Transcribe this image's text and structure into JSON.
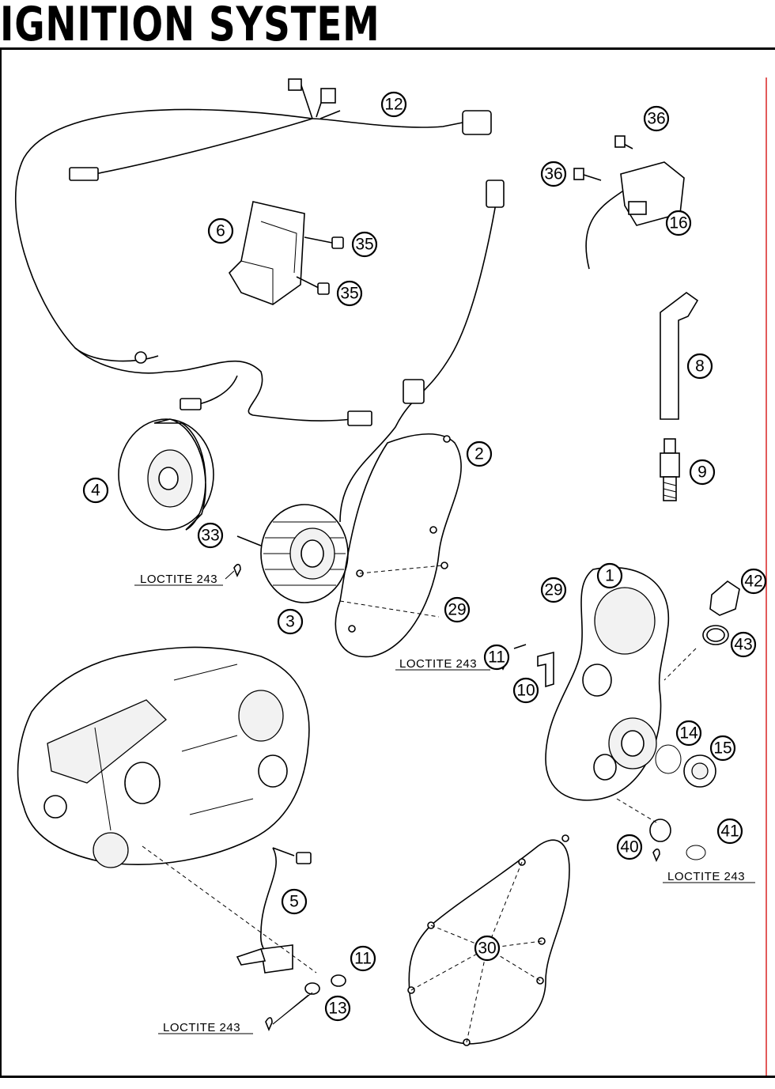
{
  "title": "IGNITION SYSTEM",
  "callouts": [
    {
      "id": "c12",
      "label": "12"
    },
    {
      "id": "c36a",
      "label": "36"
    },
    {
      "id": "c36b",
      "label": "36"
    },
    {
      "id": "c16",
      "label": "16"
    },
    {
      "id": "c6",
      "label": "6"
    },
    {
      "id": "c35a",
      "label": "35"
    },
    {
      "id": "c35b",
      "label": "35"
    },
    {
      "id": "c8",
      "label": "8"
    },
    {
      "id": "c9",
      "label": "9"
    },
    {
      "id": "c2",
      "label": "2"
    },
    {
      "id": "c4",
      "label": "4"
    },
    {
      "id": "c33",
      "label": "33"
    },
    {
      "id": "c3",
      "label": "3"
    },
    {
      "id": "c29a",
      "label": "29"
    },
    {
      "id": "c29b",
      "label": "29"
    },
    {
      "id": "c1",
      "label": "1"
    },
    {
      "id": "c42",
      "label": "42"
    },
    {
      "id": "c43",
      "label": "43"
    },
    {
      "id": "c11a",
      "label": "11"
    },
    {
      "id": "c10",
      "label": "10"
    },
    {
      "id": "c14",
      "label": "14"
    },
    {
      "id": "c15",
      "label": "15"
    },
    {
      "id": "c41",
      "label": "41"
    },
    {
      "id": "c40",
      "label": "40"
    },
    {
      "id": "c5",
      "label": "5"
    },
    {
      "id": "c11b",
      "label": "11"
    },
    {
      "id": "c13",
      "label": "13"
    },
    {
      "id": "c30",
      "label": "30"
    }
  ],
  "notes": [
    {
      "id": "n1",
      "text": "LOCTITE 243"
    },
    {
      "id": "n2",
      "text": "LOCTITE 243"
    },
    {
      "id": "n3",
      "text": "LOCTITE 243"
    },
    {
      "id": "n4",
      "text": "LOCTITE 243"
    }
  ]
}
